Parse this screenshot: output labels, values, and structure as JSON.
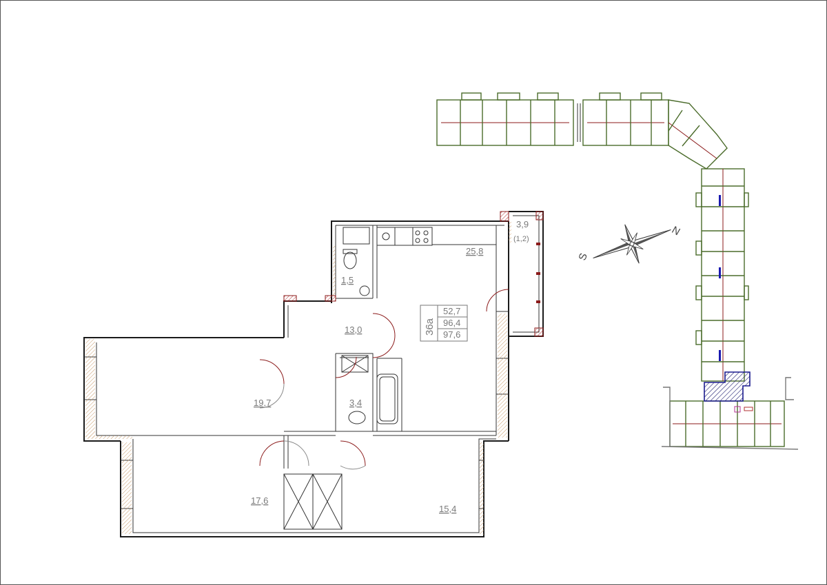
{
  "plan": {
    "apartment_code": "36а",
    "areas": {
      "living": "52,7",
      "total": "96,4",
      "total_with_balcony": "97,6"
    },
    "rooms": {
      "kitchen_living": "25,8",
      "wc": "1,5",
      "hall": "13,0",
      "bathroom": "3,4",
      "bedroom_left": "19,7",
      "bedroom_bottom_left": "17,6",
      "bedroom_bottom_right": "15,4",
      "balcony": "3,9",
      "balcony_coef": "(1,2)"
    }
  },
  "compass": {
    "south": "S",
    "north": "N"
  },
  "colors": {
    "wall": "#1a1a1a",
    "insulation": "#e8c39a",
    "accent_red": "#8b1a1a",
    "green_wall": "#4a6b2a",
    "highlight": "#3a3ab8"
  }
}
